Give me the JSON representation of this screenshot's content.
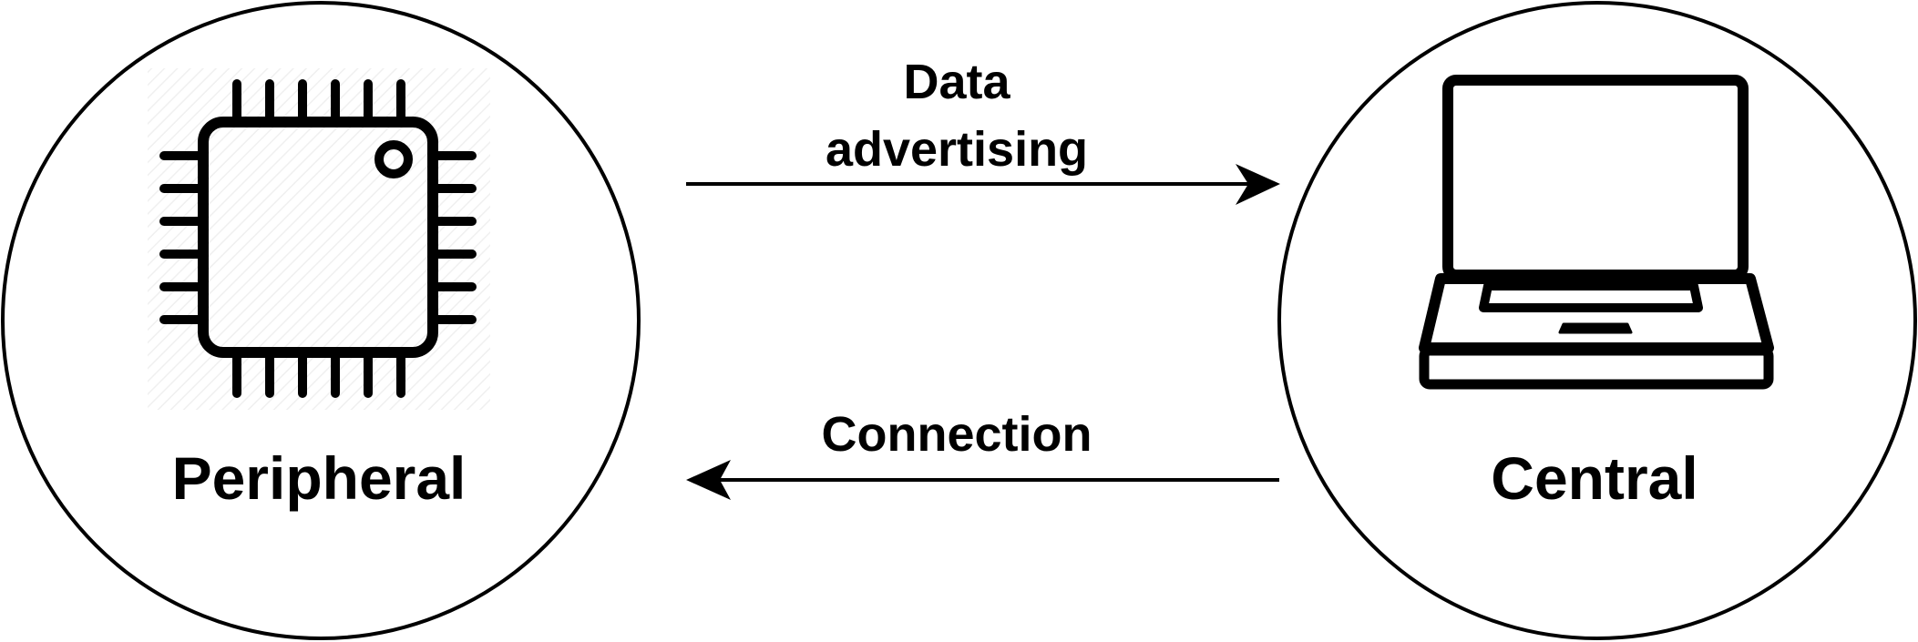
{
  "nodes": {
    "peripheral": {
      "label": "Peripheral",
      "icon": "microchip-icon"
    },
    "central": {
      "label": "Central",
      "icon": "laptop-icon"
    }
  },
  "edges": {
    "advertising": {
      "label_line1": "Data",
      "label_line2": "advertising",
      "from": "Peripheral",
      "to": "Central"
    },
    "connection": {
      "label": "Connection",
      "from": "Central",
      "to": "Peripheral"
    }
  },
  "colors": {
    "stroke": "#000000",
    "background": "#ffffff"
  }
}
